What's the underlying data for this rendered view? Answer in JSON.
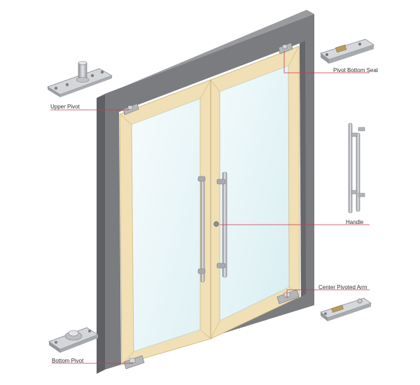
{
  "labels": {
    "upper_pivot": "Upper Pivot",
    "bottom_pivot": "Bottom Pivot",
    "pivot_bottom_seat": "Pivot Bottom Seat",
    "handle": "Handle",
    "center_pivoted_arm": "Center Pivoted Arm"
  },
  "colors": {
    "wall_front": "#7c7c7e",
    "wall_side": "#606063",
    "door_frame": "#f1dfb6",
    "glass": "#eaf6f8",
    "leader_line": "#c63a4f",
    "hardware": "#b7b9bd"
  }
}
